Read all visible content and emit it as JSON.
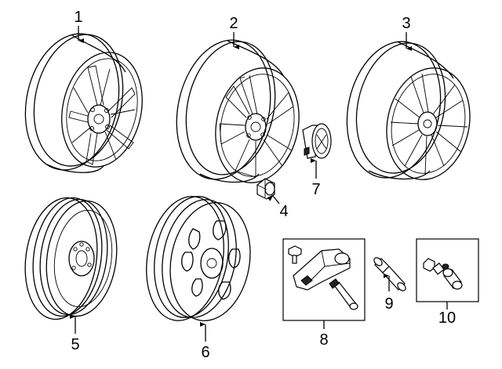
{
  "parts": [
    {
      "id": "part-1",
      "callout": "1",
      "kind": "alloy wheel"
    },
    {
      "id": "part-2",
      "callout": "2",
      "kind": "alloy wheel"
    },
    {
      "id": "part-3",
      "callout": "3",
      "kind": "alloy wheel"
    },
    {
      "id": "part-4",
      "callout": "4",
      "kind": "lug nut"
    },
    {
      "id": "part-5",
      "callout": "5",
      "kind": "spare wheel"
    },
    {
      "id": "part-6",
      "callout": "6",
      "kind": "steel wheel"
    },
    {
      "id": "part-7",
      "callout": "7",
      "kind": "center cap"
    },
    {
      "id": "part-8",
      "callout": "8",
      "kind": "tire pressure sensor"
    },
    {
      "id": "part-9",
      "callout": "9",
      "kind": "valve stem"
    },
    {
      "id": "part-10",
      "callout": "10",
      "kind": "valve stem kit"
    }
  ]
}
